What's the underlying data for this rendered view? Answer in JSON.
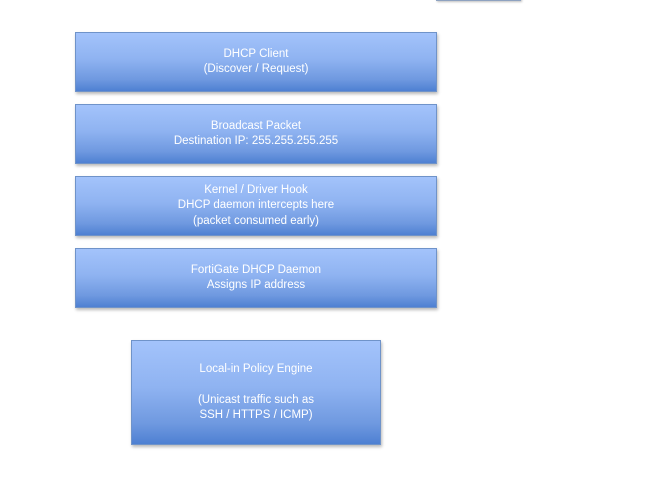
{
  "diagram": {
    "type": "flow-stack",
    "colors": {
      "box_top": "#a3c3fb",
      "box_bottom": "#4e80d2",
      "box_border": "#6f93c9",
      "text": "#ffffff"
    },
    "boxes": [
      {
        "id": "dhcp-client",
        "lines": [
          "DHCP Client",
          "(Discover / Request)"
        ]
      },
      {
        "id": "broadcast-packet",
        "lines": [
          "Broadcast Packet",
          "Destination IP: 255.255.255.255"
        ]
      },
      {
        "id": "kernel-driver-hook",
        "lines": [
          "Kernel / Driver Hook",
          "DHCP daemon intercepts here",
          "(packet consumed early)"
        ]
      },
      {
        "id": "fortigate-dhcp-daemon",
        "lines": [
          "FortiGate DHCP Daemon",
          "Assigns IP address"
        ]
      },
      {
        "id": "local-in-policy-engine",
        "lines": [
          "Local-in Policy Engine",
          "",
          "(Unicast traffic such as",
          "SSH / HTTPS / ICMP)"
        ]
      }
    ]
  }
}
